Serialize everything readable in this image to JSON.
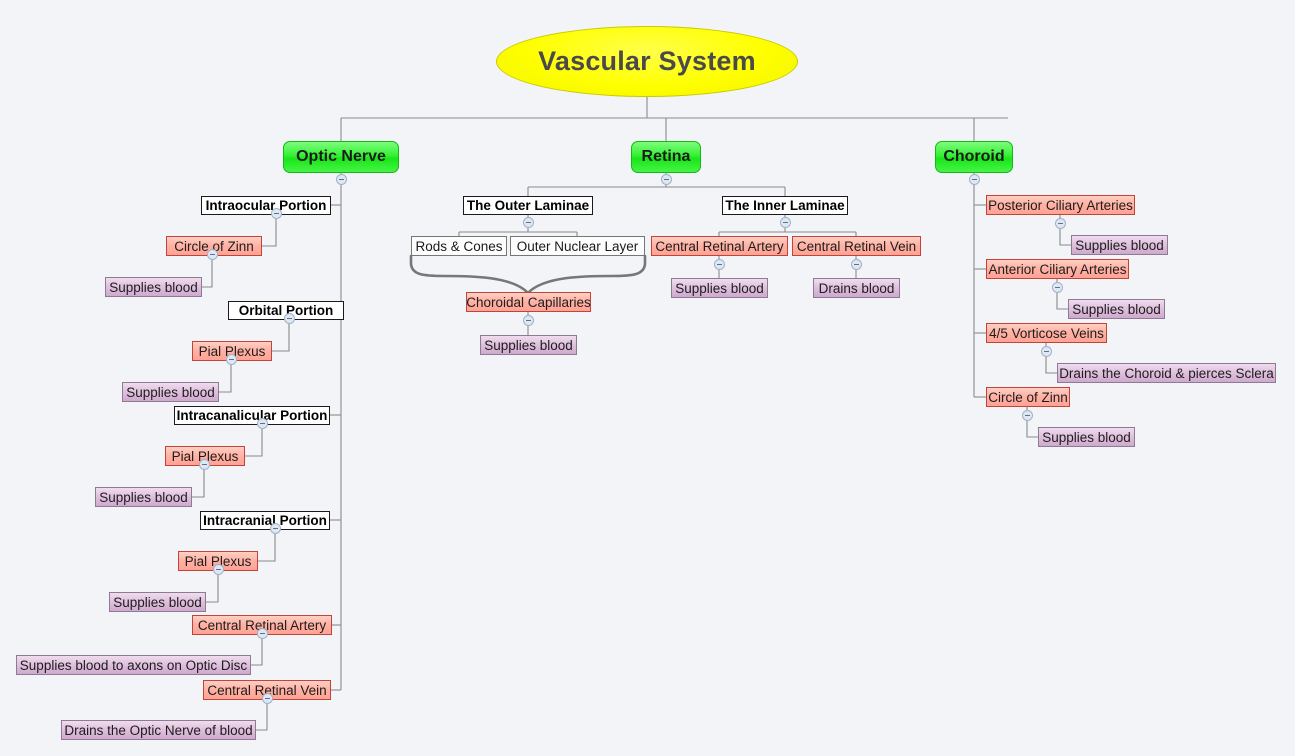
{
  "title": "Vascular System",
  "background_color": "#f2f4f7",
  "palette": {
    "root": "#ffff00",
    "branch": "#33ee33",
    "vessel": "#ffb3a5",
    "action": "#e0c2de",
    "structure": "#ffffff",
    "edge": "#8a8a8a"
  },
  "root": {
    "label": "Vascular System"
  },
  "branches": [
    {
      "id": "optic-nerve",
      "label": "Optic Nerve"
    },
    {
      "id": "retina",
      "label": "Retina"
    },
    {
      "id": "choroid",
      "label": "Choroid"
    }
  ],
  "optic_nerve": {
    "label": "Optic Nerve",
    "children": [
      {
        "label": "Intraocular Portion",
        "kind": "structure",
        "child": {
          "label": "Circle of Zinn",
          "kind": "vessel",
          "child": {
            "label": "Supplies blood",
            "kind": "action"
          }
        }
      },
      {
        "label": "Orbital Portion",
        "kind": "structure",
        "child": {
          "label": "Pial Plexus",
          "kind": "vessel",
          "child": {
            "label": "Supplies blood",
            "kind": "action"
          }
        }
      },
      {
        "label": "Intracanalicular Portion",
        "kind": "structure",
        "child": {
          "label": "Pial Plexus",
          "kind": "vessel",
          "child": {
            "label": "Supplies blood",
            "kind": "action"
          }
        }
      },
      {
        "label": "Intracranial Portion",
        "kind": "structure",
        "child": {
          "label": "Pial Plexus",
          "kind": "vessel",
          "child": {
            "label": "Supplies blood",
            "kind": "action"
          }
        }
      },
      {
        "label": "Central Retinal Artery",
        "kind": "vessel",
        "child": {
          "label": "Supplies blood to axons on Optic Disc",
          "kind": "action"
        }
      },
      {
        "label": "Central Retinal Vein",
        "kind": "vessel",
        "child": {
          "label": "Drains the Optic Nerve of blood",
          "kind": "action"
        }
      }
    ]
  },
  "retina": {
    "label": "Retina",
    "groups": [
      {
        "label": "The Outer Laminae",
        "kind": "structure",
        "children": [
          {
            "label": "Rods & Cones",
            "kind": "plain"
          },
          {
            "label": "Outer Nuclear Layer",
            "kind": "plain"
          }
        ],
        "merged": {
          "label": "Choroidal Capillaries",
          "kind": "vessel",
          "child": {
            "label": "Supplies blood",
            "kind": "action"
          }
        }
      },
      {
        "label": "The Inner Laminae",
        "kind": "structure",
        "children": [
          {
            "label": "Central Retinal Artery",
            "kind": "vessel",
            "child": {
              "label": "Supplies blood",
              "kind": "action"
            }
          },
          {
            "label": "Central Retinal Vein",
            "kind": "vessel",
            "child": {
              "label": "Drains blood",
              "kind": "action"
            }
          }
        ]
      }
    ]
  },
  "choroid": {
    "label": "Choroid",
    "children": [
      {
        "label": "Posterior Ciliary Arteries",
        "kind": "vessel",
        "child": {
          "label": "Supplies blood",
          "kind": "action"
        }
      },
      {
        "label": "Anterior Ciliary Arteries",
        "kind": "vessel",
        "child": {
          "label": "Supplies blood",
          "kind": "action"
        }
      },
      {
        "label": "4/5 Vorticose Veins",
        "kind": "vessel",
        "child": {
          "label": "Drains the Choroid & pierces Sclera",
          "kind": "action"
        }
      },
      {
        "label": "Circle of Zinn",
        "kind": "vessel",
        "child": {
          "label": "Supplies blood",
          "kind": "action"
        }
      }
    ]
  }
}
